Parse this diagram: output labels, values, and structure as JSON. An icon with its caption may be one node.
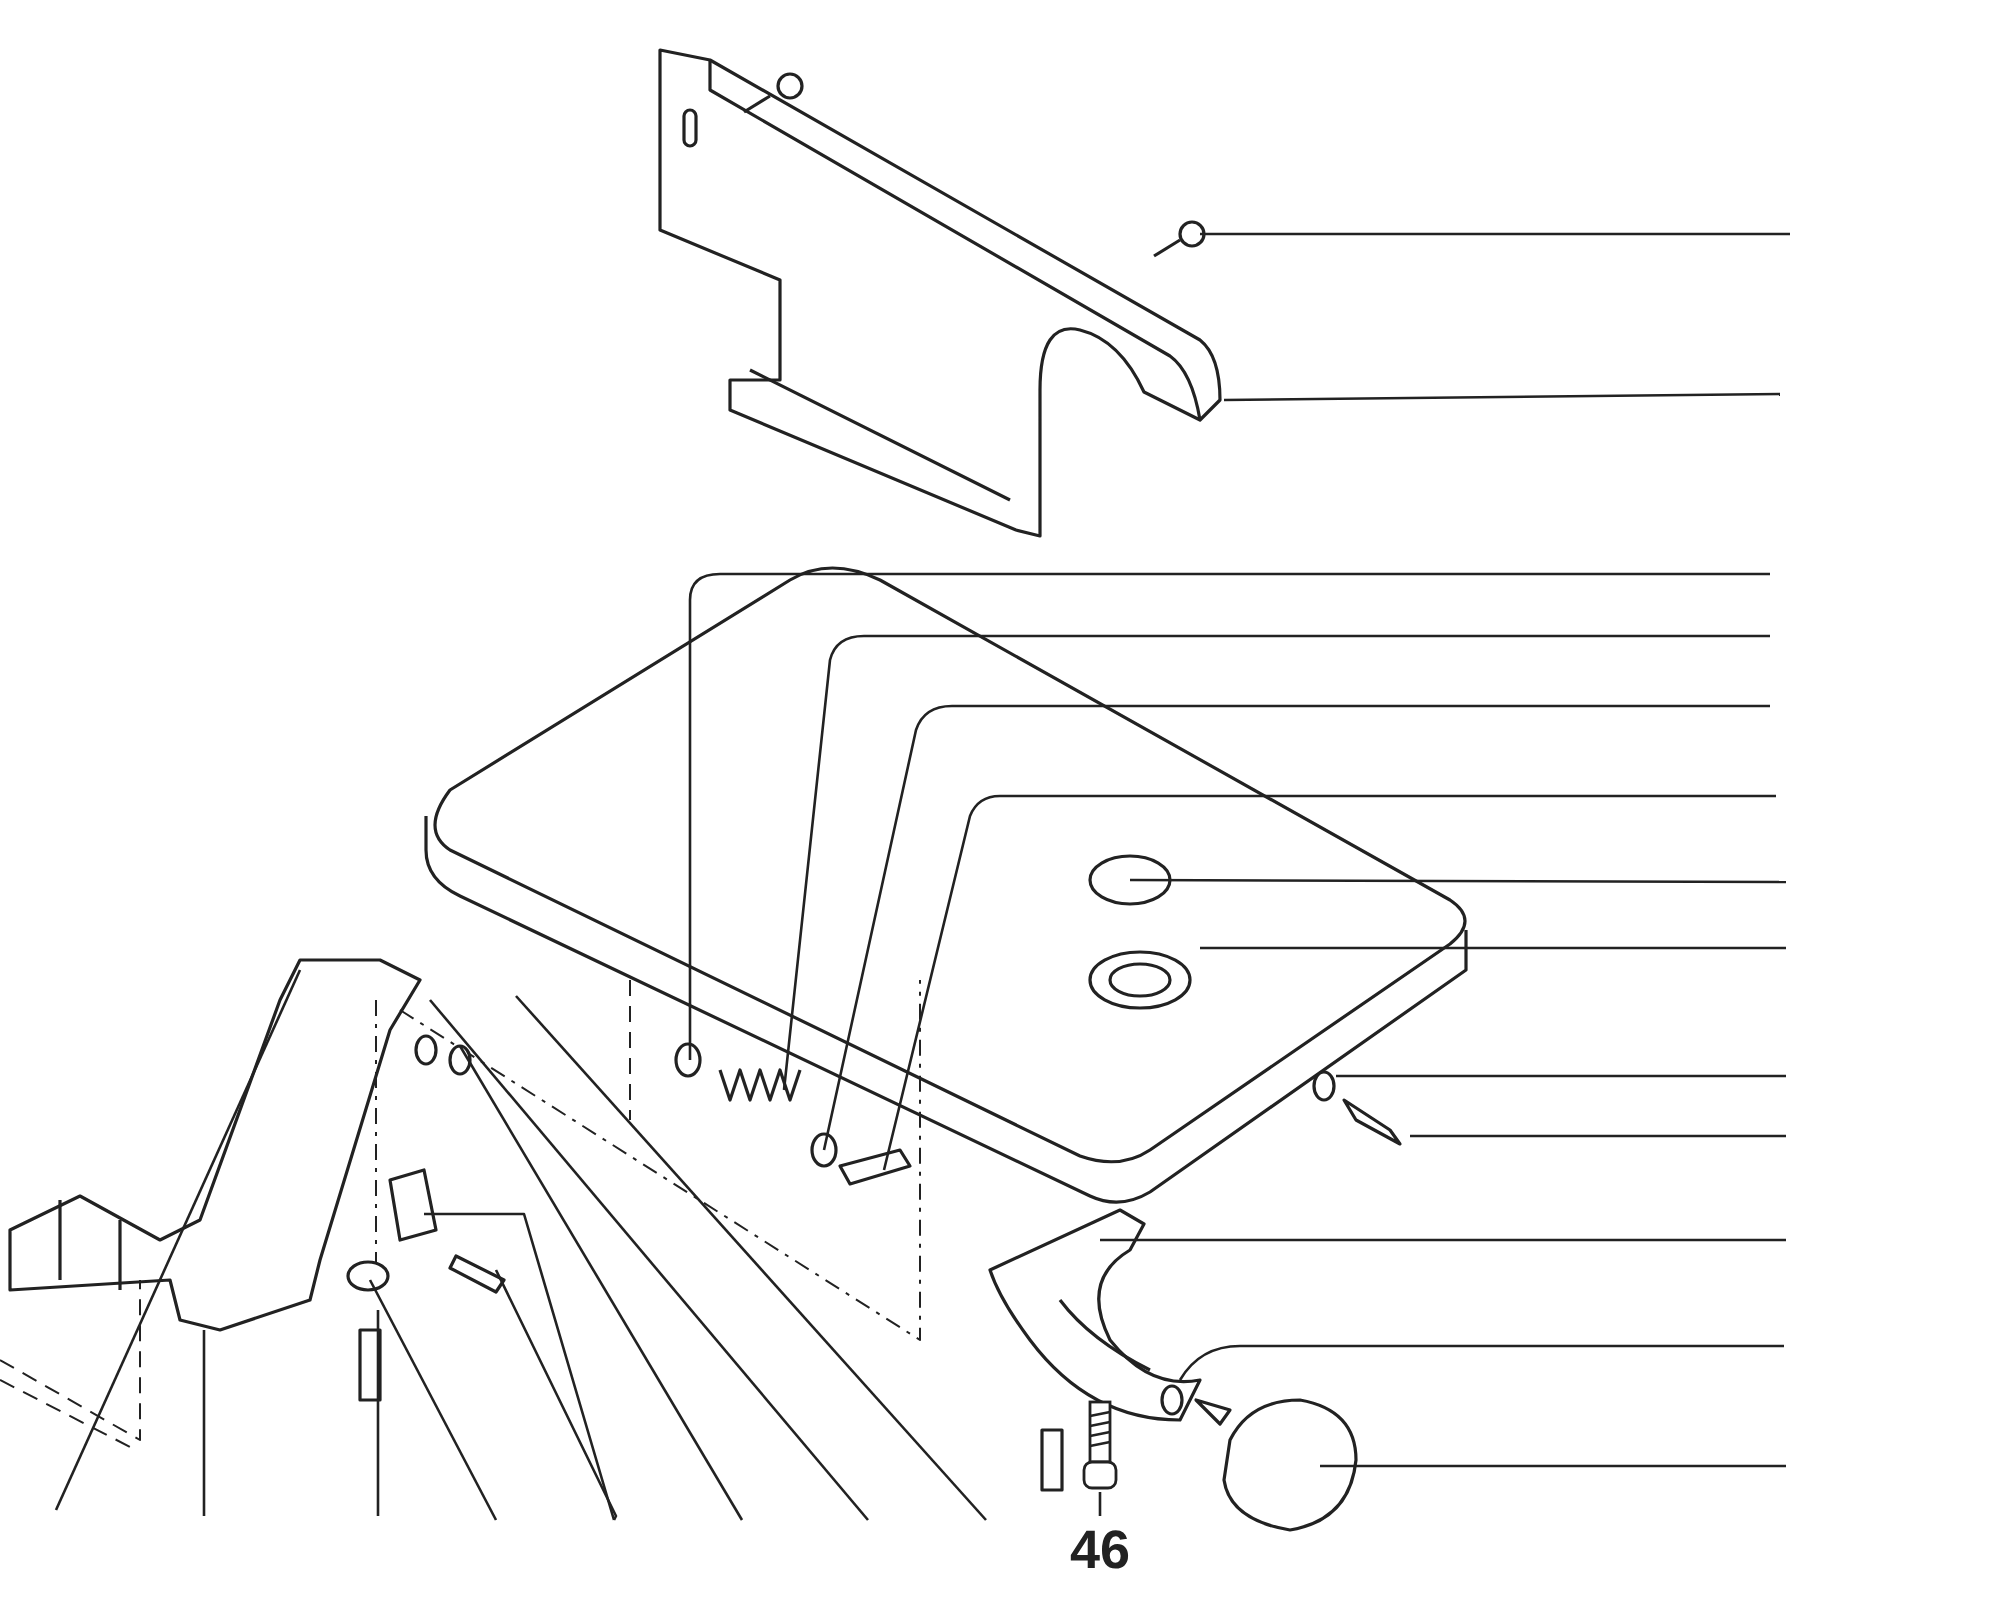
{
  "diagram": {
    "nodes": [
      {
        "text": [
          "46"
        ]
      },
      {
        "text": [],
        "shape": "picture"
      }
    ],
    "edges": [
      {
        "from": 0,
        "to": 1,
        "arrow": "none"
      }
    ]
  }
}
